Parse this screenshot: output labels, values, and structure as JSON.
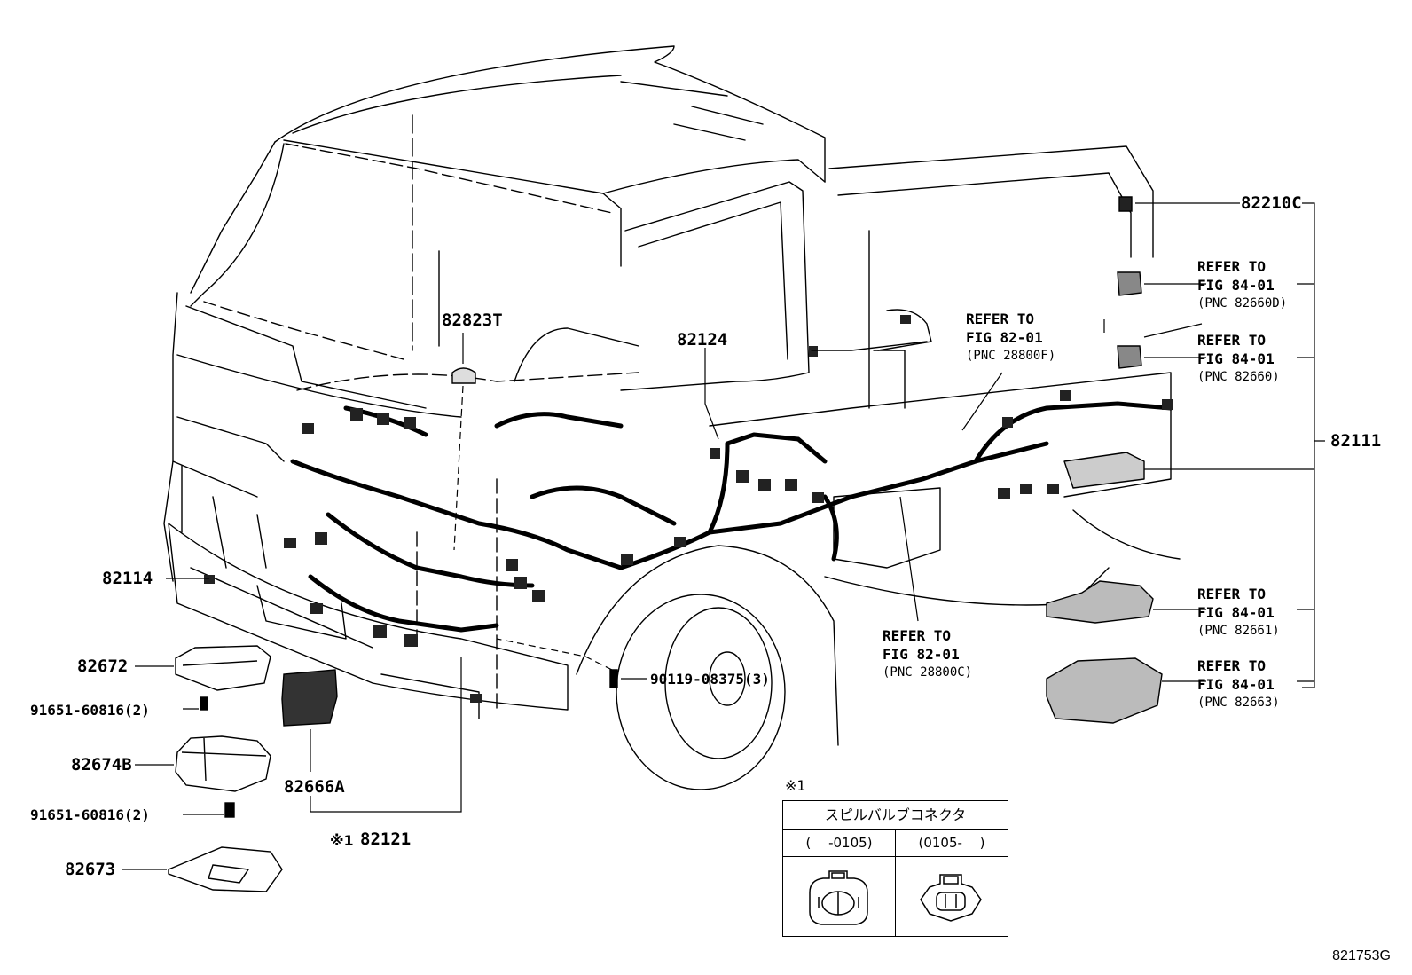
{
  "parts": {
    "p82823T": "82823T",
    "p82124": "82124",
    "p82210C": "82210C",
    "p82111": "82111",
    "p82114": "82114",
    "p82672": "82672",
    "p91651a": "91651-60816(2)",
    "p82674B": "82674B",
    "p91651b": "91651-60816(2)",
    "p82673": "82673",
    "p82666A": "82666A",
    "p82121": "82121",
    "p82121_mark": "※1",
    "p90119": "90119-08375(3)"
  },
  "refs": {
    "r1": {
      "line1": "REFER TO",
      "line2": "FIG 82-01",
      "pnc": "(PNC 28800F)"
    },
    "r2": {
      "line1": "REFER TO",
      "line2": "FIG 82-01",
      "pnc": "(PNC 28800C)"
    },
    "r3": {
      "line1": "REFER TO",
      "line2": "FIG 84-01",
      "pnc": "(PNC 82660D)"
    },
    "r4": {
      "line1": "REFER TO",
      "line2": "FIG 84-01",
      "pnc": "(PNC 82660)"
    },
    "r5": {
      "line1": "REFER TO",
      "line2": "FIG 84-01",
      "pnc": "(PNC 82661)"
    },
    "r6": {
      "line1": "REFER TO",
      "line2": "FIG 84-01",
      "pnc": "(PNC 82663)"
    }
  },
  "inset": {
    "mark": "※1",
    "title": "スピルバルブコネクタ",
    "col1": "(　 -0105)",
    "col2": "(0105-　 )"
  },
  "figure_id": "821753G"
}
